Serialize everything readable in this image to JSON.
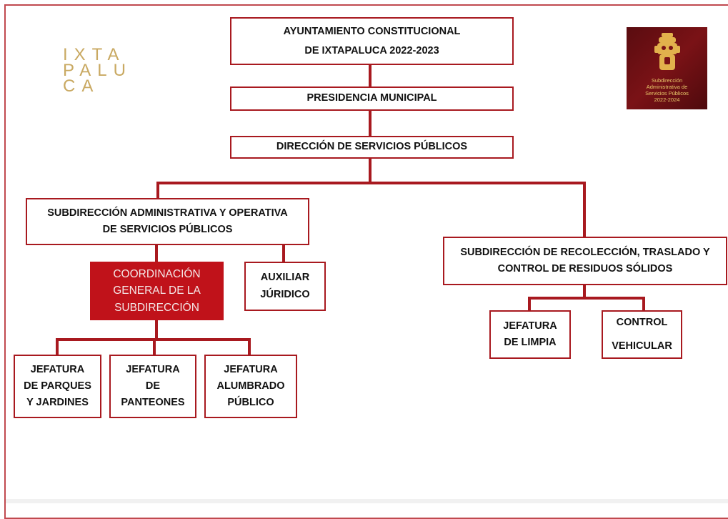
{
  "colors": {
    "accent": "#a8191f",
    "highlight": "#c0121a",
    "brand_gold": "#c9a962"
  },
  "brand": {
    "line1": "IXTA",
    "line2": "PALU",
    "line3": "CA"
  },
  "badge": {
    "icon": "mascot-emblem-icon",
    "line1": "Subdirección",
    "line2": "Administrativa de",
    "line3": "Servicios Públicos",
    "line4": "2022-2024"
  },
  "org": {
    "ayuntamiento": {
      "line1": "AYUNTAMIENTO CONSTITUCIONAL",
      "line2": "DE IXTAPALUCA 2022-2023"
    },
    "presidencia": {
      "line1": "PRESIDENCIA MUNICIPAL"
    },
    "direccion": {
      "line1": "DIRECCIÓN DE SERVICIOS PÚBLICOS"
    },
    "sub_admin": {
      "line1": "SUBDIRECCIÓN ADMINISTRATIVA Y OPERATIVA",
      "line2": "DE SERVICIOS PÚBLICOS"
    },
    "sub_recoleccion": {
      "line1": "SUBDIRECCIÓN DE RECOLECCIÓN, TRASLADO Y",
      "line2": "CONTROL DE RESIDUOS SÓLIDOS"
    },
    "coordinacion": {
      "line1": "COORDINACIÓN",
      "line2": "GENERAL DE LA",
      "line3": "SUBDIRECCIÓN"
    },
    "auxiliar": {
      "line1": "AUXILIAR",
      "line2": "JÚRIDICO"
    },
    "parques": {
      "line1": "JEFATURA",
      "line2": "DE PARQUES",
      "line3": "Y JARDINES"
    },
    "panteones": {
      "line1": "JEFATURA",
      "line2": "DE",
      "line3": "PANTEONES"
    },
    "alumbrado": {
      "line1": "JEFATURA",
      "line2": "ALUMBRADO",
      "line3": "PÚBLICO"
    },
    "limpia": {
      "line1": "JEFATURA",
      "line2": "DE LIMPIA"
    },
    "vehicular": {
      "line1": "CONTROL",
      "line2": "VEHICULAR"
    }
  }
}
